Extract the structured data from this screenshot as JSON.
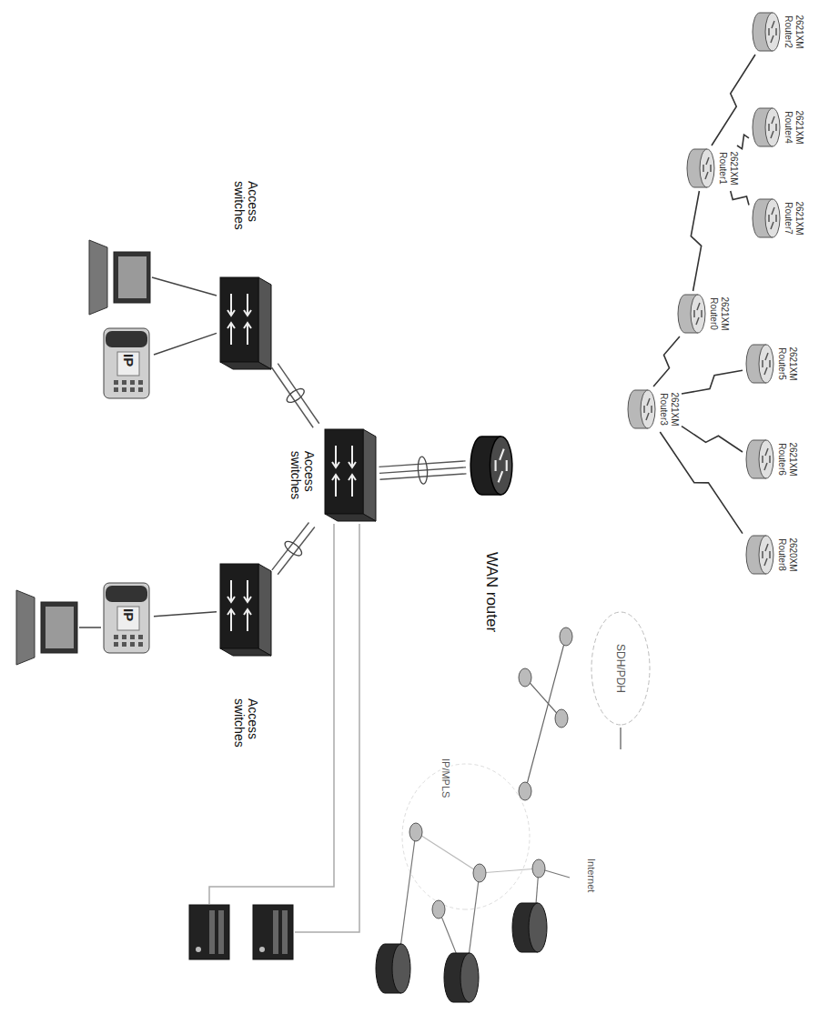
{
  "diagram": {
    "nodes": [
      {
        "text": [
          "2621XM Router2"
        ]
      },
      {
        "text": [
          "2621XM Router4"
        ]
      },
      {
        "text": [
          "2621XM Router7"
        ]
      },
      {
        "text": [
          "2621XM Router1"
        ]
      },
      {
        "text": [
          "2621XM Router0"
        ]
      },
      {
        "text": [
          "2621XM Router5"
        ]
      },
      {
        "text": [
          "2621XM Router3"
        ]
      },
      {
        "text": [
          "2621XM Router6"
        ]
      },
      {
        "text": [
          "2620XM Router8"
        ]
      },
      {
        "text": [
          "WAN router"
        ]
      },
      {
        "text": [
          "SDH/PDH"
        ]
      },
      {
        "text": [
          "Access switches"
        ]
      },
      {
        "text": [
          "Access switches"
        ]
      },
      {
        "text": [
          "Access switches"
        ]
      },
      {
        "text": [
          "IP"
        ]
      },
      {
        "text": [
          "IP"
        ]
      }
    ],
    "edges": [
      {
        "from": 3,
        "to": 0,
        "arrow": "none"
      },
      {
        "from": 3,
        "to": 1,
        "arrow": "none"
      },
      {
        "from": 3,
        "to": 2,
        "arrow": "none"
      },
      {
        "from": 3,
        "to": 4,
        "arrow": "none"
      },
      {
        "from": 4,
        "to": 6,
        "arrow": "none"
      },
      {
        "from": 6,
        "to": 5,
        "arrow": "none"
      },
      {
        "from": 6,
        "to": 7,
        "arrow": "none"
      },
      {
        "from": 6,
        "to": 8,
        "arrow": "none"
      },
      {
        "from": 9,
        "to": 12,
        "arrow": "none"
      },
      {
        "from": 12,
        "to": 11,
        "arrow": "none"
      },
      {
        "from": 12,
        "to": 13,
        "arrow": "none"
      },
      {
        "from": 11,
        "to": 14,
        "arrow": "none"
      },
      {
        "from": 13,
        "to": 15,
        "arrow": "none"
      }
    ],
    "labels": [
      "Internet",
      "IP/MPLS"
    ]
  }
}
